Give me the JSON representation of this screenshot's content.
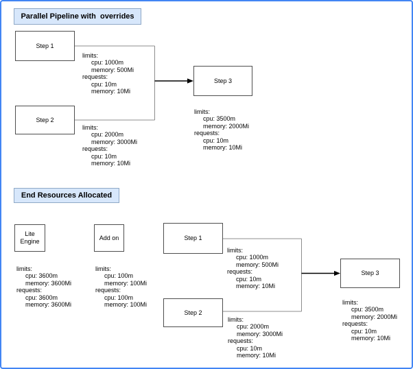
{
  "frame": {
    "border_color": "#4285f4",
    "background": "#ffffff"
  },
  "palette": {
    "title_fill": "#d7e7fb",
    "title_border": "#8ea8c6",
    "node_border": "#4d4d4d",
    "wire_color": "#8c8c8c",
    "arrow_color": "#000000"
  },
  "top": {
    "title": "Parallel Pipeline with  overrides",
    "nodes": {
      "step1": {
        "label": "Step 1"
      },
      "step2": {
        "label": "Step 2"
      },
      "step3": {
        "label": "Step 3"
      }
    },
    "resources": {
      "step1": {
        "lines": [
          "limits:",
          "cpu: 1000m",
          "memory: 500Mi",
          "requests:",
          "cpu: 10m",
          "memory: 10Mi"
        ]
      },
      "step2": {
        "lines": [
          "limits:",
          "cpu: 2000m",
          "memory: 3000Mi",
          "requests:",
          "cpu: 10m",
          "memory: 10Mi"
        ]
      },
      "step3": {
        "lines": [
          "limits:",
          "cpu: 3500m",
          "memory: 2000Mi",
          "requests:",
          "cpu: 10m",
          "memory: 10Mi"
        ]
      }
    }
  },
  "bottom": {
    "title": "End Resources Allocated",
    "nodes": {
      "lite_engine": {
        "label_line1": "Lite",
        "label_line2": "Engine"
      },
      "add_on": {
        "label": "Add on"
      },
      "step1": {
        "label": "Step 1"
      },
      "step2": {
        "label": "Step 2"
      },
      "step3": {
        "label": "Step 3"
      }
    },
    "resources": {
      "lite_engine": {
        "lines": [
          "limits:",
          "cpu: 3600m",
          "memory: 3600Mi",
          "requests:",
          "cpu: 3600m",
          "memory: 3600Mi"
        ]
      },
      "add_on": {
        "lines": [
          "limits:",
          "cpu: 100m",
          "memory: 100Mi",
          "requests:",
          "cpu: 100m",
          "memory: 100Mi"
        ]
      },
      "step1": {
        "lines": [
          "limits:",
          "cpu: 1000m",
          "memory: 500Mi",
          "requests:",
          "cpu: 10m",
          "memory: 10Mi"
        ]
      },
      "step2": {
        "lines": [
          "limits:",
          "cpu: 2000m",
          "memory: 3000Mi",
          "requests:",
          "cpu: 10m",
          "memory: 10Mi"
        ]
      },
      "step3": {
        "lines": [
          "limits:",
          "cpu: 3500m",
          "memory: 2000Mi",
          "requests:",
          "cpu: 10m",
          "memory: 10Mi"
        ]
      }
    }
  }
}
